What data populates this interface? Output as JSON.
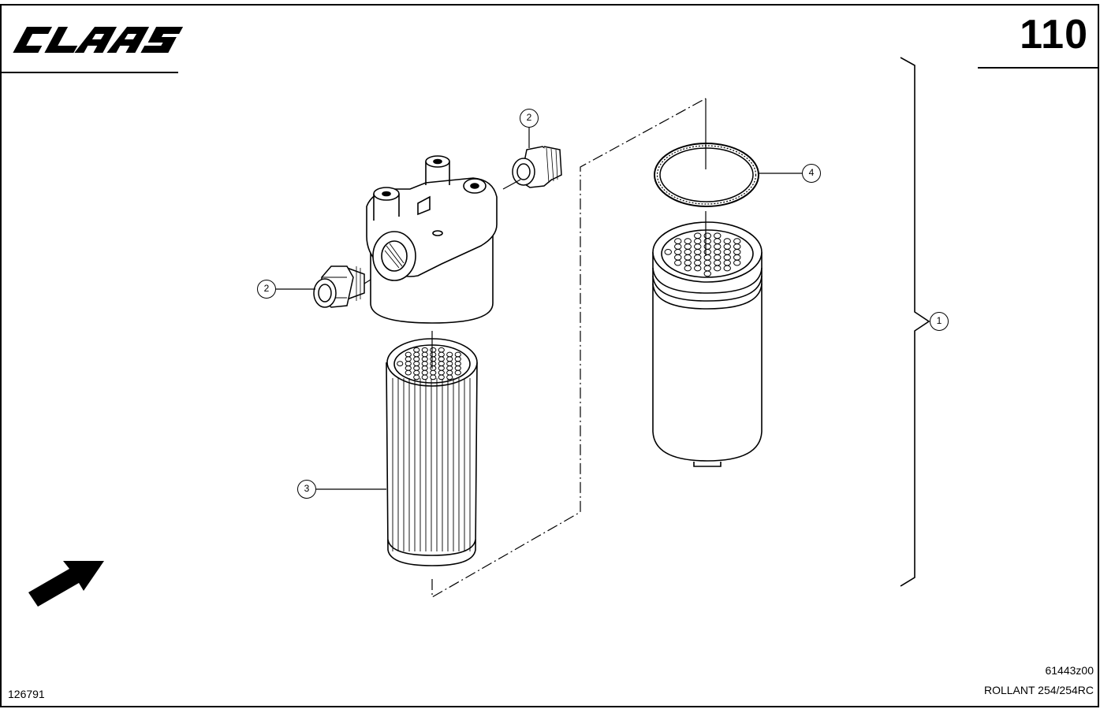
{
  "header": {
    "brand": "CLAAS",
    "page_number": "110"
  },
  "footer": {
    "document_number": "126791",
    "drawing_code": "61443z00",
    "model": "ROLLANT 254/254RC"
  },
  "callouts": [
    "1",
    "2",
    "2",
    "3",
    "4"
  ],
  "icons": [
    "direction-arrow-icon",
    "brace-icon"
  ]
}
